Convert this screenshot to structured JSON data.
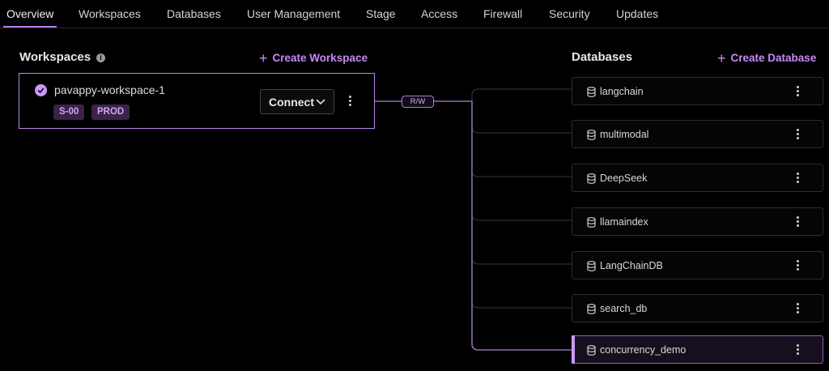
{
  "tabs": [
    {
      "label": "Overview",
      "active": true
    },
    {
      "label": "Workspaces"
    },
    {
      "label": "Databases"
    },
    {
      "label": "User Management"
    },
    {
      "label": "Stage"
    },
    {
      "label": "Access"
    },
    {
      "label": "Firewall"
    },
    {
      "label": "Security"
    },
    {
      "label": "Updates"
    }
  ],
  "workspaces_panel": {
    "title": "Workspaces",
    "create_label": "Create Workspace",
    "workspace": {
      "name": "pavappy-workspace-1",
      "size_badge": "S-00",
      "env_badge": "PROD",
      "connect_label": "Connect"
    }
  },
  "connection": {
    "mode_label": "R/W"
  },
  "databases_panel": {
    "title": "Databases",
    "create_label": "Create Database",
    "items": [
      {
        "name": "langchain"
      },
      {
        "name": "multimodal"
      },
      {
        "name": "DeepSeek"
      },
      {
        "name": "llamaindex"
      },
      {
        "name": "LangChainDB"
      },
      {
        "name": "search_db"
      },
      {
        "name": "concurrency_demo",
        "selected": true
      }
    ]
  },
  "colors": {
    "accent": "#c68af6",
    "badge_bg": "#3b2347",
    "link_line": "#8f6bb8",
    "idle_line": "#3a3a3a"
  }
}
